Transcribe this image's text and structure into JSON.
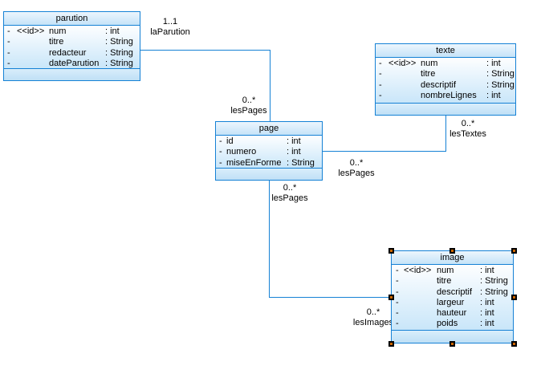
{
  "diagram_type": "UML class diagram",
  "colors": {
    "background": "#ffffff",
    "line": "#1581d5",
    "box_fill_top": "#fdfeff",
    "box_fill_bottom": "#bfe0f6",
    "title_fill_top": "#edf6fd",
    "title_fill_bottom": "#c5e3f8",
    "text": "#000000",
    "selection_handle": "#000000",
    "selection_handle_accent": "#cc6600"
  },
  "classes": [
    {
      "name": "parution",
      "attributes": [
        {
          "vis": "-",
          "stereo": "<<id>>",
          "name": "num",
          "type": ": int"
        },
        {
          "vis": "-",
          "stereo": "",
          "name": "titre",
          "type": ": String"
        },
        {
          "vis": "-",
          "stereo": "",
          "name": "redacteur",
          "type": ": String"
        },
        {
          "vis": "-",
          "stereo": "",
          "name": "dateParution",
          "type": ": String"
        }
      ]
    },
    {
      "name": "texte",
      "attributes": [
        {
          "vis": "-",
          "stereo": "<<id>>",
          "name": "num",
          "type": ": int"
        },
        {
          "vis": "-",
          "stereo": "",
          "name": "titre",
          "type": ": String"
        },
        {
          "vis": "-",
          "stereo": "",
          "name": "descriptif",
          "type": ": String"
        },
        {
          "vis": "-",
          "stereo": "",
          "name": "nombreLignes",
          "type": ": int"
        }
      ]
    },
    {
      "name": "page",
      "attributes": [
        {
          "vis": "-",
          "name": "id",
          "type": ": int"
        },
        {
          "vis": "-",
          "name": "numero",
          "type": ": int"
        },
        {
          "vis": "-",
          "name": "miseEnForme",
          "type": ": String"
        }
      ]
    },
    {
      "name": "image",
      "selected": true,
      "attributes": [
        {
          "vis": "-",
          "stereo": "<<id>>",
          "name": "num",
          "type": ": int"
        },
        {
          "vis": "-",
          "stereo": "",
          "name": "titre",
          "type": ": String"
        },
        {
          "vis": "-",
          "stereo": "",
          "name": "descriptif",
          "type": ": String"
        },
        {
          "vis": "-",
          "stereo": "",
          "name": "largeur",
          "type": ": int"
        },
        {
          "vis": "-",
          "stereo": "",
          "name": "hauteur",
          "type": ": int"
        },
        {
          "vis": "-",
          "stereo": "",
          "name": "poids",
          "type": ": int"
        }
      ]
    }
  ],
  "associations": [
    {
      "from": "parution",
      "to": "page",
      "labels": [
        {
          "mult": "1..1",
          "role": "laParution"
        },
        {
          "mult": "0..*",
          "role": "lesPages"
        }
      ]
    },
    {
      "from": "page",
      "to": "texte",
      "labels": [
        {
          "mult": "0..*",
          "role": "lesTextes"
        },
        {
          "mult": "0..*",
          "role": "lesPages"
        }
      ]
    },
    {
      "from": "page",
      "to": "image",
      "labels": [
        {
          "mult": "0..*",
          "role": "lesPages"
        },
        {
          "mult": "0..*",
          "role": "lesImages"
        }
      ]
    }
  ]
}
